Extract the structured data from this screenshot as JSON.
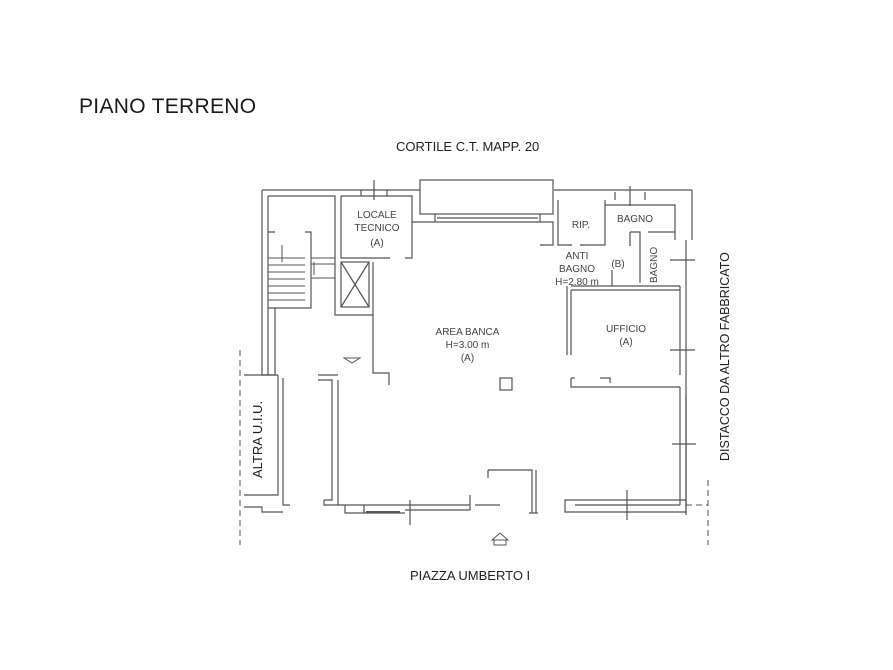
{
  "plan": {
    "title": "PIANO TERRENO",
    "labels": {
      "top_street": "CORTILE C.T. MAPP. 20",
      "bottom_street": "PIAZZA UMBERTO I",
      "left_side": "ALTRA U.I.U.",
      "right_side": "DISTACCO DA ALTRO FABBRICATO"
    },
    "rooms": {
      "locale_tecnico": {
        "line1": "LOCALE",
        "line2": "TECNICO",
        "line3": "(A)"
      },
      "area_banca": {
        "line1": "AREA BANCA",
        "line2": "H=3.00 m",
        "line3": "(A)"
      },
      "rip": {
        "line1": "RIP."
      },
      "bagno_top": {
        "line1": "BAGNO"
      },
      "anti_bagno": {
        "line1": "ANTI",
        "line2": "BAGNO",
        "line3": "H=2.80 m"
      },
      "zone_b": {
        "line1": "(B)"
      },
      "bagno_side": {
        "line1": "BAGNO"
      },
      "ufficio": {
        "line1": "UFFICIO",
        "line2": "(A)"
      }
    },
    "icons": {
      "entrance": "entrance-arrow-icon",
      "stair_up": "arrow-up-icon",
      "stair_down": "arrow-down-icon",
      "elevator": "elevator-cross-icon",
      "pillar": "pillar-square-icon"
    },
    "colors": {
      "line": "#555555",
      "text": "#222222",
      "background": "#ffffff"
    }
  }
}
